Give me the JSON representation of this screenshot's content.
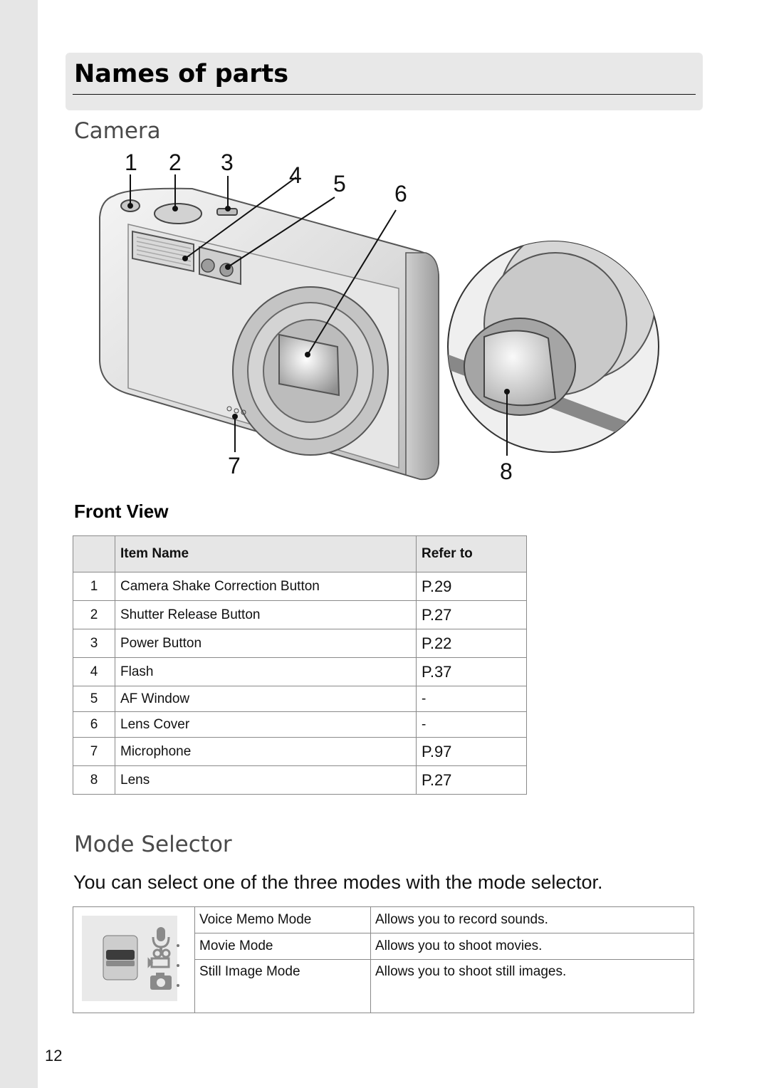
{
  "page": {
    "title": "Names of parts",
    "number": "12"
  },
  "camera_section": {
    "heading": "Camera",
    "callouts": [
      "1",
      "2",
      "3",
      "4",
      "5",
      "6",
      "7",
      "8"
    ]
  },
  "front_view": {
    "heading": "Front View",
    "columns": [
      "",
      "Item Name",
      "Refer to"
    ],
    "rows": [
      {
        "num": "1",
        "name": "Camera Shake Correction Button",
        "ref": "P.29"
      },
      {
        "num": "2",
        "name": "Shutter Release Button",
        "ref": "P.27"
      },
      {
        "num": "3",
        "name": "Power Button",
        "ref": "P.22"
      },
      {
        "num": "4",
        "name": "Flash",
        "ref": "P.37"
      },
      {
        "num": "5",
        "name": "AF Window",
        "ref": "-"
      },
      {
        "num": "6",
        "name": "Lens Cover",
        "ref": "-"
      },
      {
        "num": "7",
        "name": "Microphone",
        "ref": "P.97"
      },
      {
        "num": "8",
        "name": "Lens",
        "ref": "P.27"
      }
    ]
  },
  "mode_selector": {
    "heading": "Mode Selector",
    "intro": "You can select one of the three modes with the mode selector.",
    "modes": [
      {
        "name": "Voice Memo Mode",
        "description": "Allows you to record sounds.",
        "icon": "microphone-icon"
      },
      {
        "name": "Movie Mode",
        "description": "Allows you to shoot movies.",
        "icon": "movie-camera-icon"
      },
      {
        "name": "Still Image Mode",
        "description": "Allows you to shoot still images.",
        "icon": "camera-icon"
      }
    ]
  }
}
